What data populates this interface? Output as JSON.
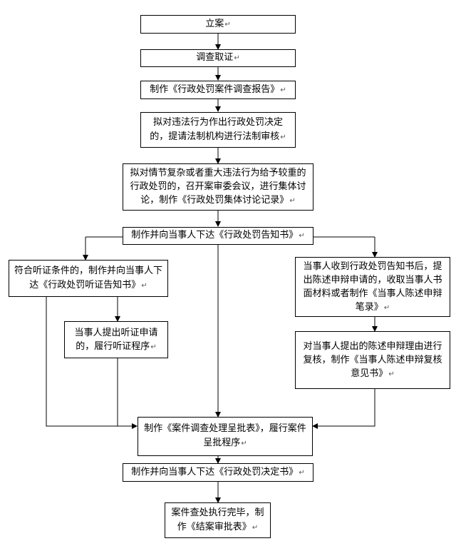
{
  "nodes": {
    "n1": {
      "text": "立案"
    },
    "n2": {
      "text": "调查取证"
    },
    "n3": {
      "text": "制作《行政处罚案件调查报告》"
    },
    "n4": {
      "text": "拟对违法行为作出行政处罚决定的，提请法制机构进行法制审核"
    },
    "n5": {
      "text": "拟对情节复杂或者重大违法行为给予较重的行政处罚的，召开案审委会议，进行集体讨论，制作《行政处罚集体讨论记录》"
    },
    "n6": {
      "text": "制作并向当事人下达《行政处罚告知书》"
    },
    "n7": {
      "text": "符合听证条件的，制作并向当事人下达《行政处罚听证告知书》"
    },
    "n8": {
      "text": "当事人提出听证申请的，履行听证程序"
    },
    "n9": {
      "text": "当事人收到行政处罚告知书后，提出陈述申辩申请的，收取当事人书面材料或者制作《当事人陈述申辩笔录》"
    },
    "n10": {
      "text": "对当事人提出的陈述申辩理由进行复核，制作《当事人陈述申辩复核意见书》"
    },
    "n11": {
      "text": "制作《案件调查处理呈批表》，履行案件呈批程序"
    },
    "n12": {
      "text": "制作并向当事人下达《行政处罚决定书》"
    },
    "n13": {
      "text": "案件查处执行完毕，制作《结案审批表》"
    }
  },
  "paragraph_mark": "↵"
}
